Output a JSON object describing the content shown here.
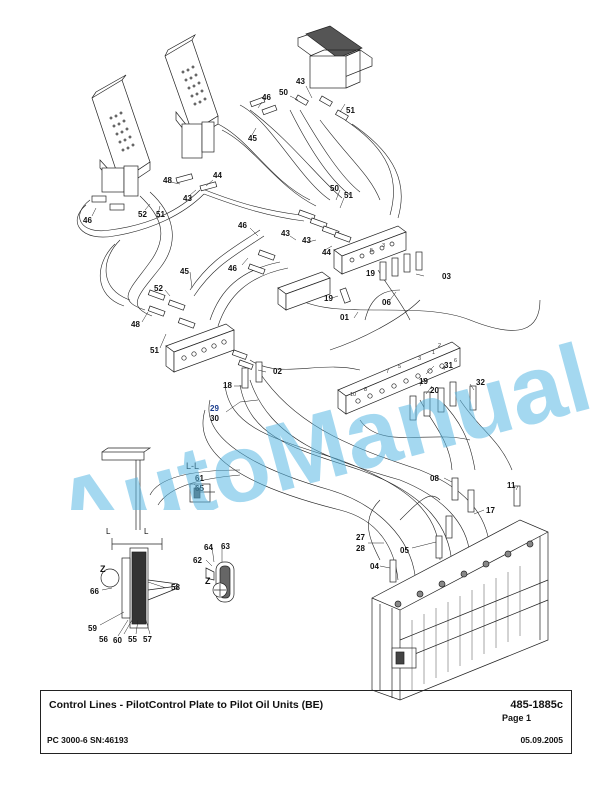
{
  "title_block": {
    "title": "Control Lines - PilotControl Plate to Pilot Oil Units (BE)",
    "doc_number": "485-1885c",
    "page": "Page 1",
    "model": "PC 3000-6 SN:46193",
    "date": "05.09.2005"
  },
  "watermark": {
    "text": "AutoManual",
    "color": "#5ab8e4"
  },
  "section_labels": {
    "section_ll": "L-L",
    "detail_z": "Z",
    "detail_z2": "Z",
    "cut_l_left": "L",
    "cut_l_right": "L"
  },
  "callouts": {
    "c43_top": "43",
    "c50_top": "50",
    "c51_top": "51",
    "c46_top": "46",
    "c45_top": "45",
    "c48": "48",
    "c44_mid": "44",
    "c43_mid": "43",
    "c52_left": "52",
    "c51_left": "51",
    "c46_left": "46",
    "c50_mid": "50",
    "c51_mid": "51",
    "c46_mid": "46",
    "c43_mid2": "43",
    "c43_mid3": "43",
    "c44_mid2": "44",
    "c46_mid2": "46",
    "c19_right": "19",
    "c03": "03",
    "c06": "06",
    "c45_low": "45",
    "c19_mid": "19",
    "c52_low": "52",
    "c01": "01",
    "c48_low": "48",
    "c51_low": "51",
    "c02": "02",
    "c18": "18",
    "c29": "29",
    "c30": "30",
    "c31": "31",
    "c19_low": "19",
    "c20": "20",
    "c32": "32",
    "c61": "61",
    "c65": "65",
    "c08": "08",
    "c11": "11",
    "c17": "17",
    "c27": "27",
    "c28": "28",
    "c05": "05",
    "c04": "04",
    "c64": "64",
    "c63": "63",
    "c62": "62",
    "c66": "66",
    "c58": "58",
    "c59": "59",
    "c56": "56",
    "c60": "60",
    "c55": "55",
    "c57": "57"
  },
  "block_port_labels": {
    "upper_block": [
      "3",
      "5"
    ],
    "lower_block": [
      "10",
      "8",
      "7",
      "5",
      "3",
      "1",
      "2",
      "4",
      "6"
    ]
  }
}
